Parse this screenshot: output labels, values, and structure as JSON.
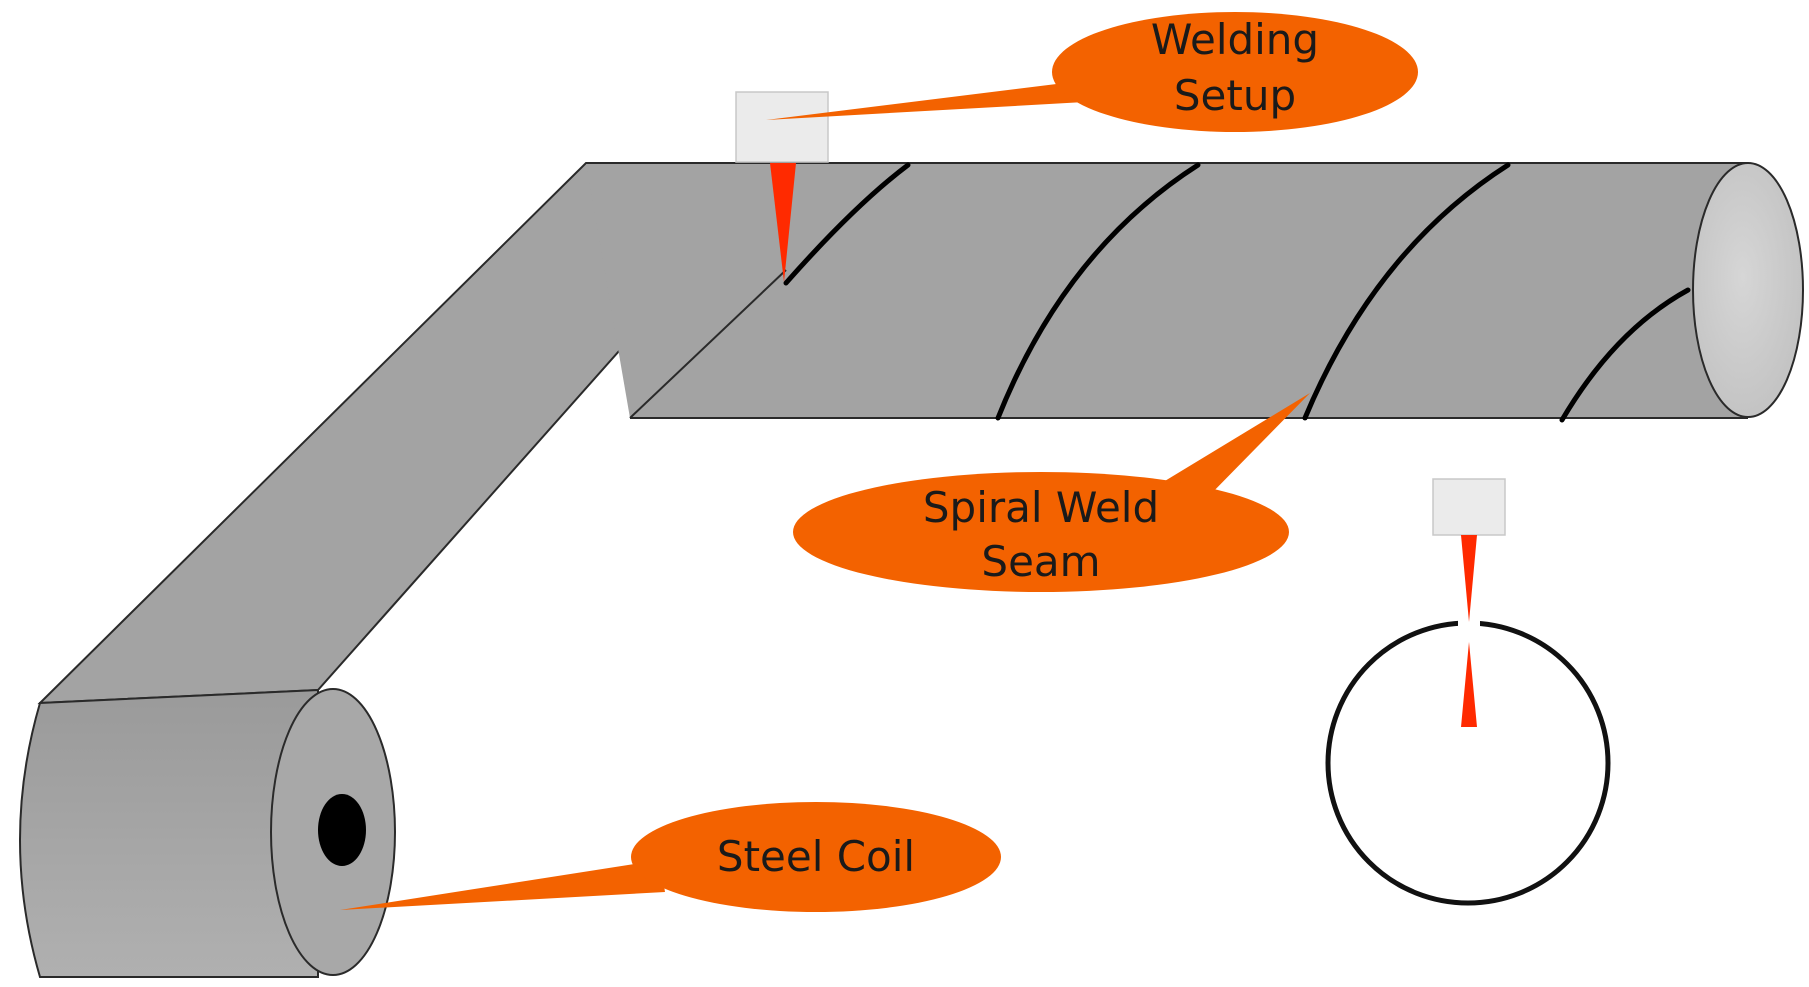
{
  "callouts": {
    "welding_setup": {
      "line1": "Welding",
      "line2": "Setup"
    },
    "spiral_weld_seam": {
      "line1": "Spiral Weld",
      "line2": "Seam"
    },
    "steel_coil": {
      "line1": "Steel Coil"
    }
  },
  "colors": {
    "callout_fill": "#f36200",
    "steel_body": "#a3a3a3",
    "pipe_end": "#cdcdcd",
    "weld_seam": "#000000",
    "torch_flame": "#ff2a00",
    "torch_head": "#eaeaea",
    "outline": "#1e1e1e"
  }
}
